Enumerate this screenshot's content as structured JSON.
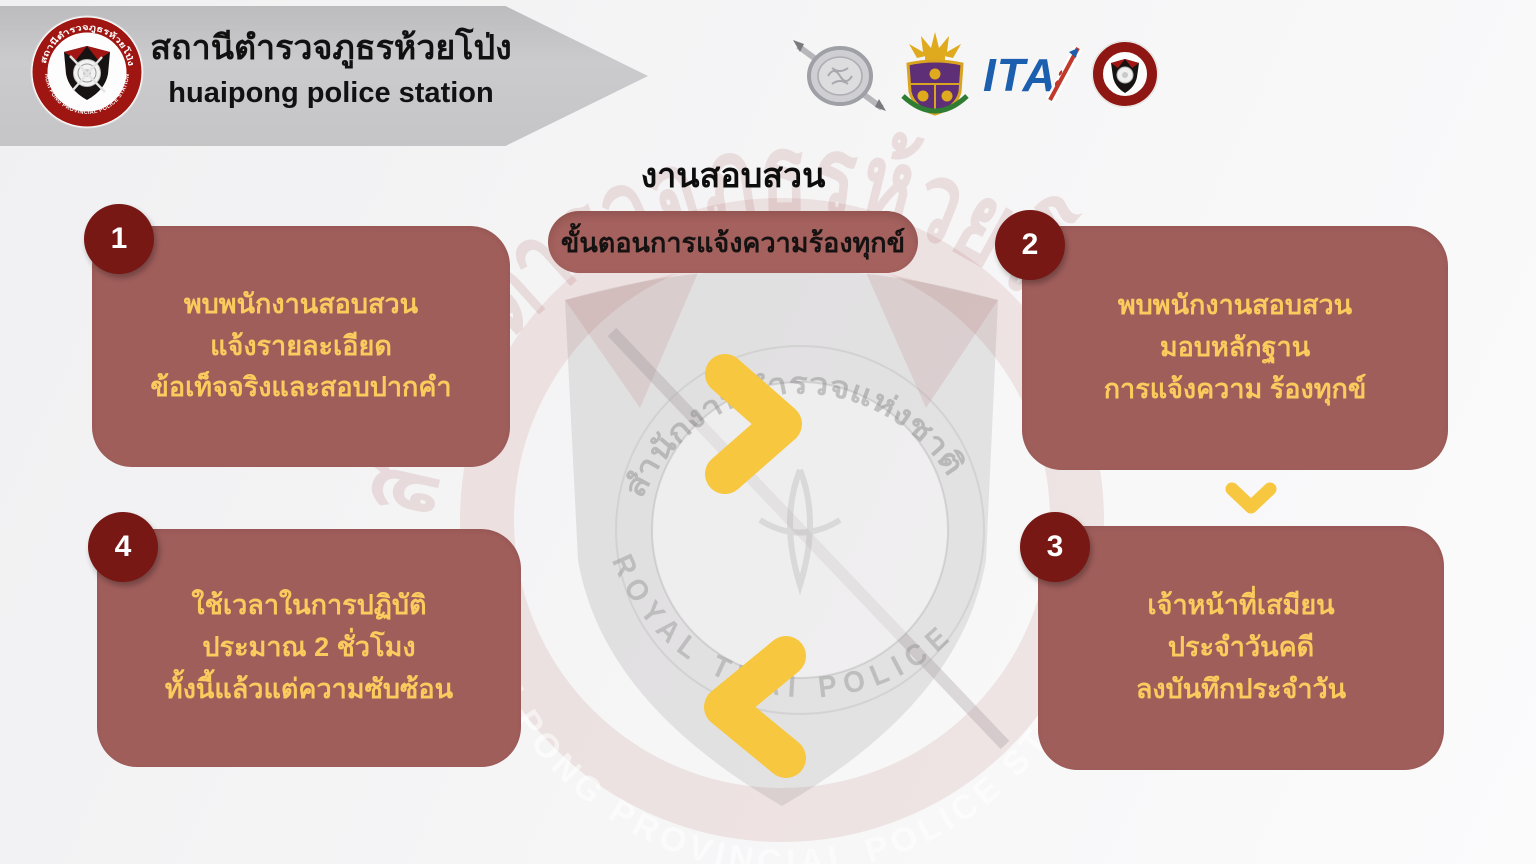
{
  "header": {
    "station_name_th": "สถานีตำรวจภูธรห้วยโป่ง",
    "station_name_en": "huaipong  police station",
    "badge_top_text": "สถานีตำรวจภูธรห้วยโป่ง",
    "badge_bottom_text": "HUAI PONG PROVINCIAL POLICE STATION"
  },
  "logos": [
    {
      "name": "royal-thai-police-shield-emblem"
    },
    {
      "name": "police-bureau-crest"
    },
    {
      "name": "ita-logo",
      "label": "ITA"
    },
    {
      "name": "huaipong-station-badge"
    }
  ],
  "content": {
    "title": "งานสอบสวน",
    "subtitle": "ขั้นตอนการแจ้งความร้องทุกข์"
  },
  "steps": [
    {
      "number": "1",
      "lines": [
        "พบพนักงานสอบสวน",
        "แจ้งรายละเอียด",
        "ข้อเท็จจริงและสอบปากคำ"
      ]
    },
    {
      "number": "2",
      "lines": [
        "พบพนักงานสอบสวน",
        "มอบหลักฐาน",
        "การแจ้งความ ร้องทุกข์"
      ]
    },
    {
      "number": "3",
      "lines": [
        "เจ้าหน้าที่เสมียน",
        "ประจำวันคดี",
        "ลงบันทึกประจำวัน"
      ]
    },
    {
      "number": "4",
      "lines": [
        "ใช้เวลาในการปฏิบัติ",
        "ประมาณ 2 ชั่วโมง",
        "ทั้งนี้แล้วแต่ความซับซ้อน"
      ]
    }
  ],
  "watermark": {
    "thai_arc_text": "สถานีตำรวจภูธรห้วยโป่ง",
    "inner_ring_text": "สำนักงานตำรวจแห่งชาติ",
    "royal_text": "ROYAL THAI POLICE",
    "outer_bottom_text": "HUAI PONG PROVINCIAL POLICE STATION"
  },
  "colors": {
    "card": "#A05E5B",
    "pill": "#A4615D",
    "number_circle": "#771815",
    "card_text": "#FBCB5D",
    "chevron": "#F6C73F",
    "banner_gray": "#C6C6C8",
    "ita_blue": "#1B5FAE",
    "badge_red": "#9E1511"
  }
}
